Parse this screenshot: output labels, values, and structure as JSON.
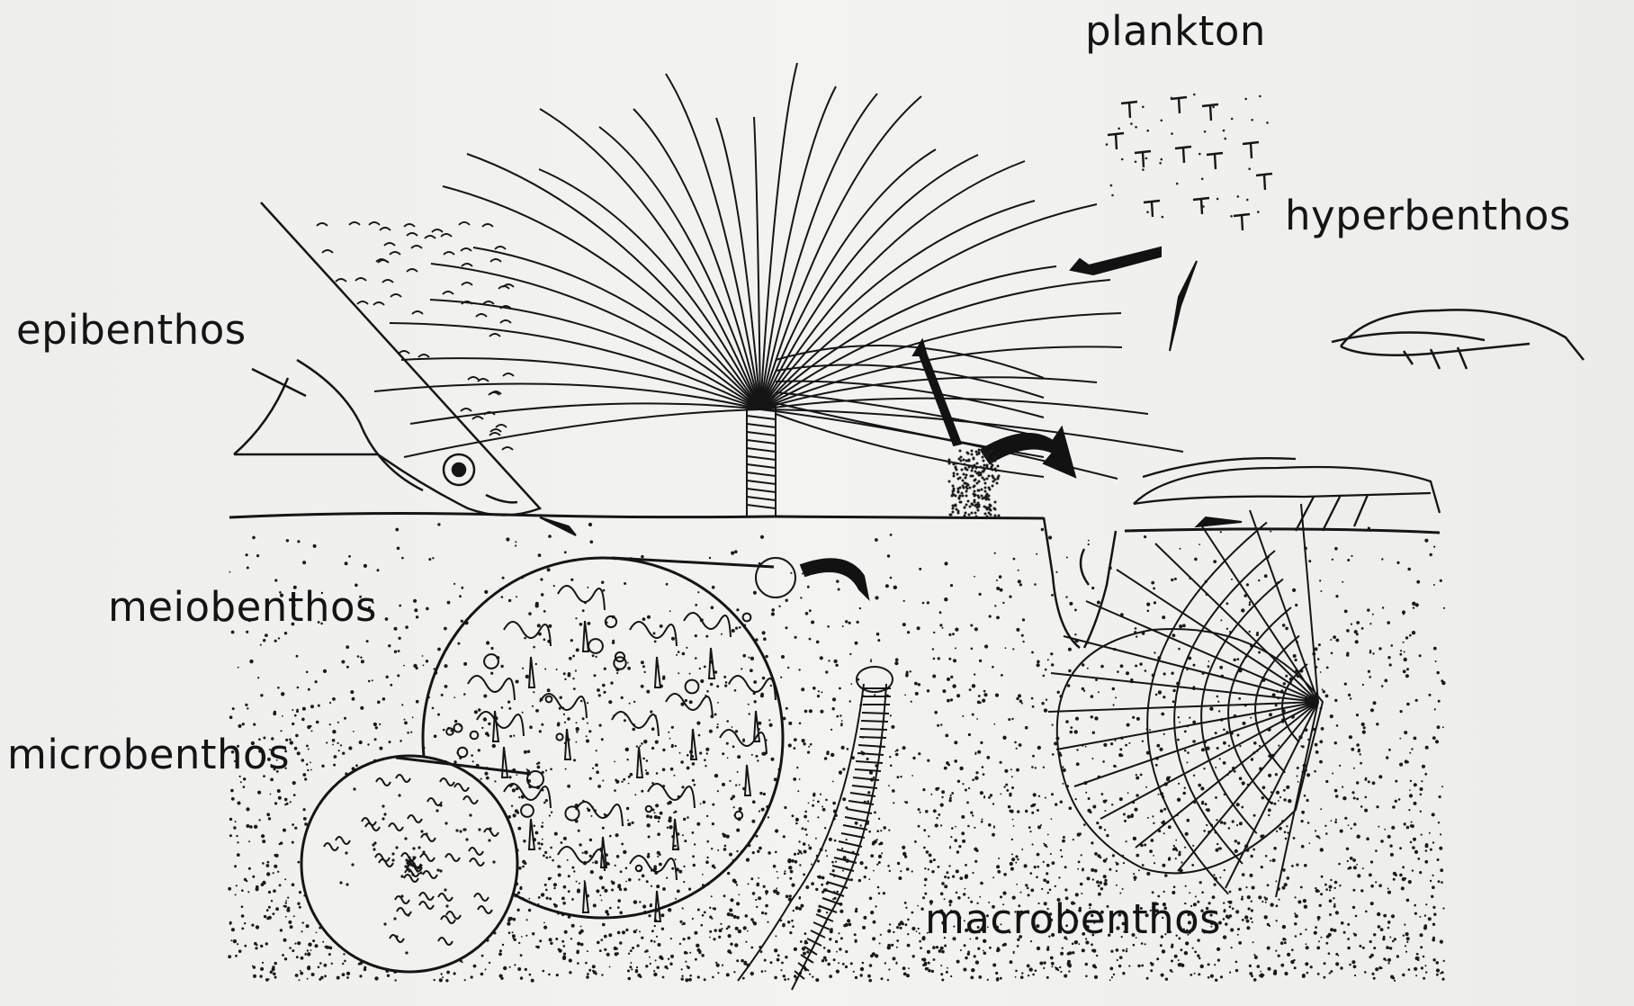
{
  "labels": {
    "plankton": "plankton",
    "hyperbenthos": "hyperbenthos",
    "epibenthos": "epibenthos",
    "meiobenthos": "meiobenthos",
    "microbenthos": "microbenthos",
    "macrobenthos": "macrobenthos"
  },
  "colors": {
    "ink": "#141414",
    "paper": "#f1f1ef"
  }
}
